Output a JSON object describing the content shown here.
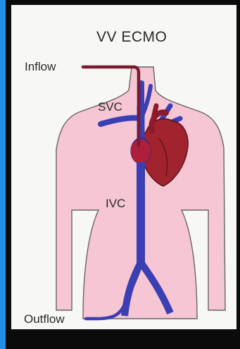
{
  "diagram": {
    "title": "VV ECMO",
    "labels": {
      "inflow": "Inflow",
      "svc": "SVC",
      "ivc": "IVC",
      "outflow": "Outflow"
    },
    "colors": {
      "body": "#f6c6d4",
      "body_outline": "#555555",
      "vein": "#3b3fb4",
      "artery": "#8c1a2a",
      "heart": "#a0232e",
      "heart_outline": "#5a1218",
      "cannula_inflow": "#7a1b2d",
      "cannula_outflow": "#3c3fb0"
    }
  }
}
